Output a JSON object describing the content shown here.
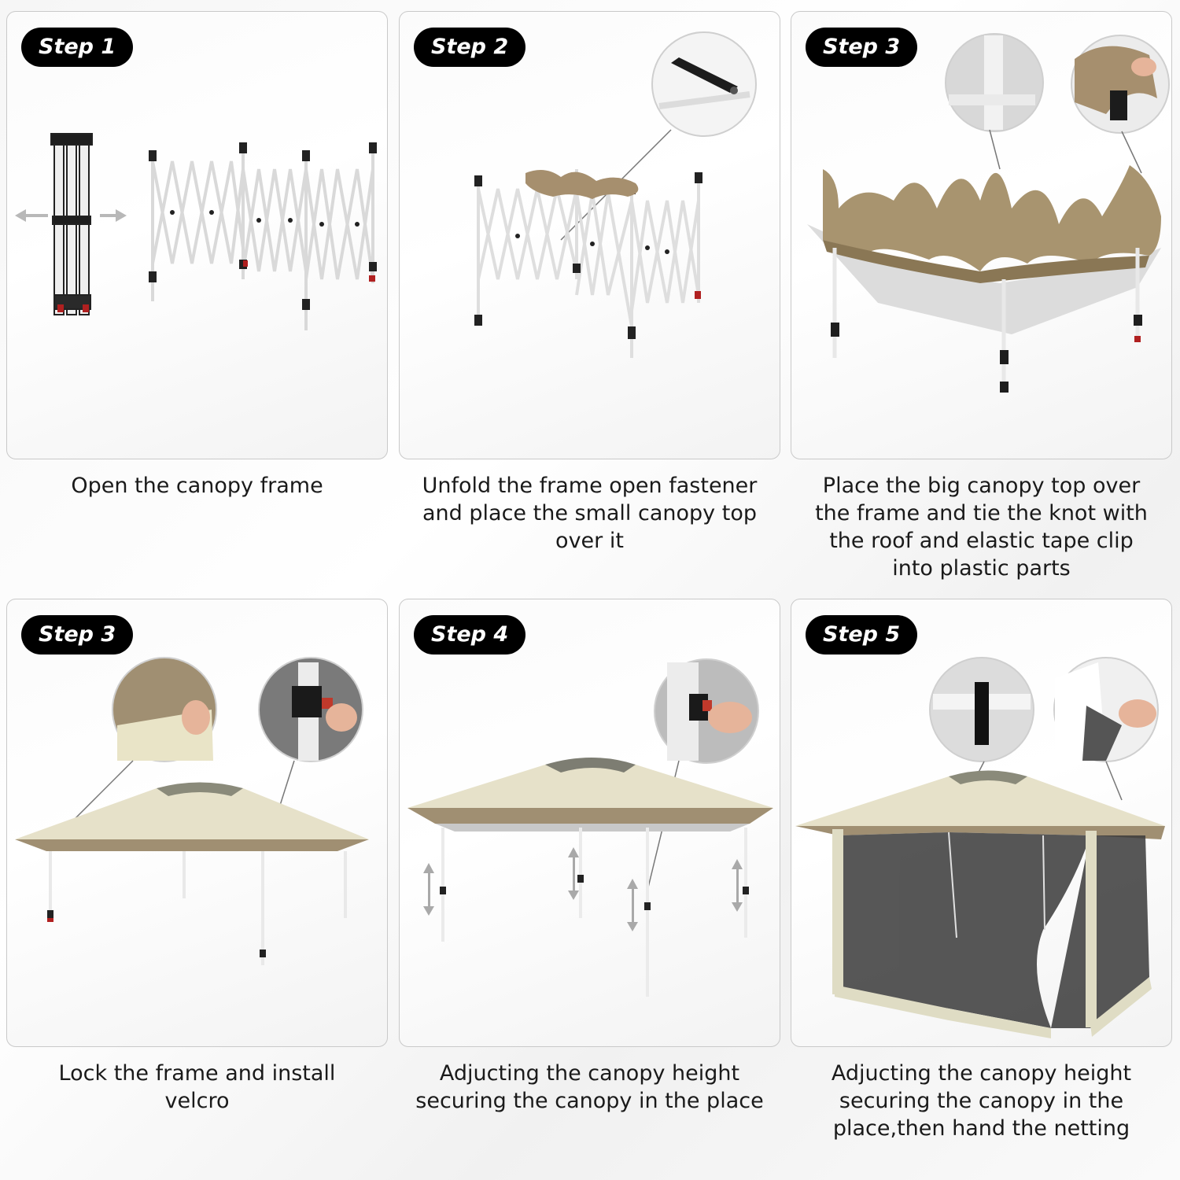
{
  "steps": [
    {
      "badge": "Step 1",
      "caption": [
        "Open the canopy frame"
      ]
    },
    {
      "badge": "Step 2",
      "caption": [
        "Unfold the frame open fastener",
        "and place the small canopy top",
        "over it"
      ]
    },
    {
      "badge": "Step 3",
      "caption": [
        "Place the big canopy top over",
        "the frame and tie the knot with",
        "the roof and elastic tape clip",
        "into plastic parts"
      ]
    },
    {
      "badge": "Step 3",
      "caption": [
        "Lock the frame and install",
        "velcro"
      ]
    },
    {
      "badge": "Step 4",
      "caption": [
        "Adjucting the canopy height",
        "securing the canopy in the place"
      ]
    },
    {
      "badge": "Step 5",
      "caption": [
        "Adjucting the canopy height",
        "securing the canopy in the",
        "place,then hand the netting"
      ]
    }
  ],
  "colors": {
    "canopy_khaki": "#a08f72",
    "canopy_beige": "#e6e1c9",
    "frame_white": "#f2f2f2",
    "badge_black": "#000000"
  }
}
